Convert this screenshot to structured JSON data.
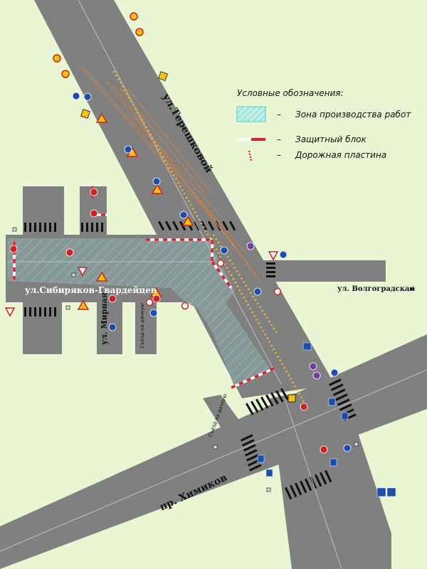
{
  "legend": {
    "title": "Условные обозначения:",
    "dash": "–",
    "items": [
      {
        "label": "Зона производства работ"
      },
      {
        "label": "Защитный блок"
      },
      {
        "label": "Дорожная пластина"
      }
    ]
  },
  "streets": {
    "tereshkovoy": "ул.Терешковой",
    "sibiryakov": "ул.Сибиряков-Гвардейцев",
    "mirnaya": "ул. Мирная",
    "volgogradskaya": "ул. Волгоградская",
    "khimikov": "пр. Химиков",
    "exit_to_dacha_1": "Съезд на дачную",
    "exit_to_dacha_2": "Съезд на дачную",
    "arrow": "►"
  },
  "colors": {
    "background": "#eaf6d3",
    "road": "#808080",
    "work_zone_hatch": "#7fd6d0",
    "barrier_red": "#e0202c",
    "road_plate": "#d4a020",
    "marking": "#ffffff",
    "sign_blue": "#1a4fb0",
    "sign_yellow": "#f6c20a"
  }
}
